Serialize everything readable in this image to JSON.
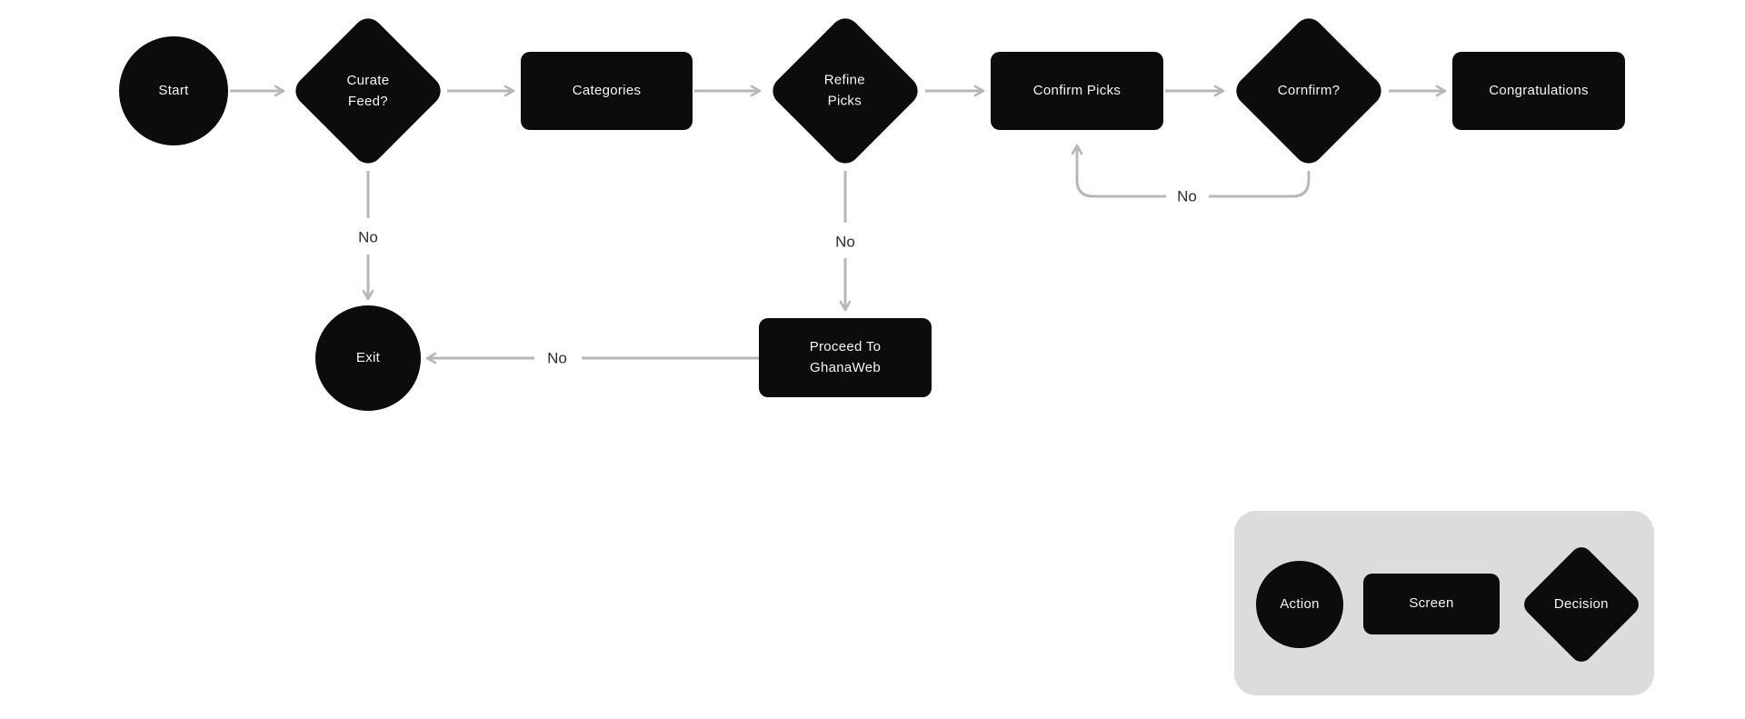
{
  "diagram": {
    "type": "flowchart",
    "background": "#ffffff",
    "colors": {
      "node_fill": "#0c0c0c",
      "node_text": "#f5f5f5",
      "connector": "#b7b7b7",
      "edge_label_text": "#2e2e2e",
      "legend_background": "#dcdcdc"
    },
    "nodes": {
      "start": {
        "label": "Start",
        "shape": "action"
      },
      "curate_feed": {
        "label": "Curate\nFeed?",
        "shape": "decision"
      },
      "categories": {
        "label": "Categories",
        "shape": "screen"
      },
      "refine_picks": {
        "label": "Refine\nPicks",
        "shape": "decision"
      },
      "confirm_picks": {
        "label": "Confirm Picks",
        "shape": "screen"
      },
      "cornfirm": {
        "label": "Cornfirm?",
        "shape": "decision"
      },
      "congratulations": {
        "label": "Congratulations",
        "shape": "screen"
      },
      "exit": {
        "label": "Exit",
        "shape": "action"
      },
      "proceed_ghanaweb": {
        "label": "Proceed To\nGhanaWeb",
        "shape": "screen"
      }
    },
    "edges": [
      {
        "from": "start",
        "to": "curate_feed",
        "label": ""
      },
      {
        "from": "curate_feed",
        "to": "categories",
        "label": ""
      },
      {
        "from": "categories",
        "to": "refine_picks",
        "label": ""
      },
      {
        "from": "refine_picks",
        "to": "confirm_picks",
        "label": ""
      },
      {
        "from": "confirm_picks",
        "to": "cornfirm",
        "label": ""
      },
      {
        "from": "cornfirm",
        "to": "congratulations",
        "label": ""
      },
      {
        "from": "curate_feed",
        "to": "exit",
        "label": "No"
      },
      {
        "from": "refine_picks",
        "to": "proceed_ghanaweb",
        "label": "No"
      },
      {
        "from": "proceed_ghanaweb",
        "to": "exit",
        "label": "No"
      },
      {
        "from": "cornfirm",
        "to": "confirm_picks",
        "label": "No"
      }
    ]
  },
  "legend": {
    "items": [
      {
        "shape": "circle",
        "label": "Action"
      },
      {
        "shape": "rect",
        "label": "Screen"
      },
      {
        "shape": "diamond",
        "label": "Decision"
      }
    ]
  }
}
